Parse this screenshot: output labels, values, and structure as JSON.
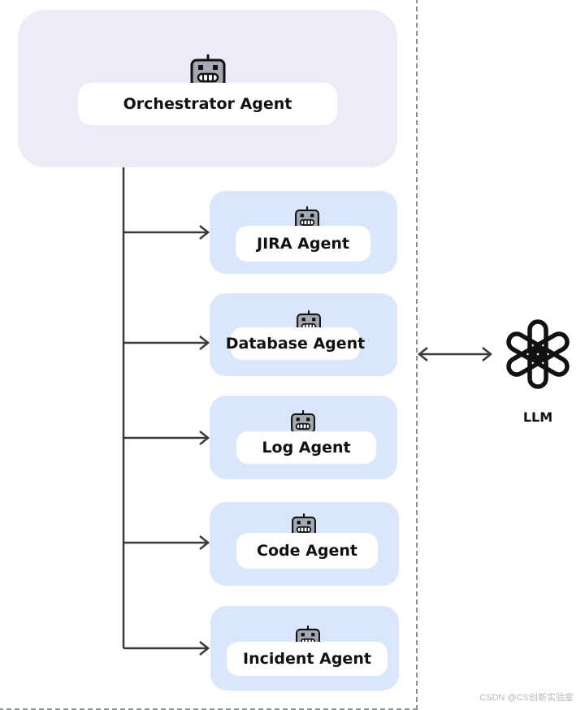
{
  "orchestrator": {
    "label": "Orchestrator Agent",
    "icon": "robot-icon"
  },
  "agents": [
    {
      "label": "JIRA Agent",
      "icon": "robot-icon"
    },
    {
      "label": "Database Agent",
      "icon": "robot-icon"
    },
    {
      "label": "Log Agent",
      "icon": "robot-icon"
    },
    {
      "label": "Code Agent",
      "icon": "robot-icon"
    },
    {
      "label": "Incident Agent",
      "icon": "robot-icon"
    }
  ],
  "llm": {
    "label": "LLM",
    "icon": "openai-logo-icon"
  },
  "watermark": "CSDN @CS创新实验室",
  "colors": {
    "orchestrator_bg": "#ebebf9",
    "agent_bg": "#dae6fb",
    "line": "#3a3a3a",
    "frame": "#8a8f98"
  }
}
